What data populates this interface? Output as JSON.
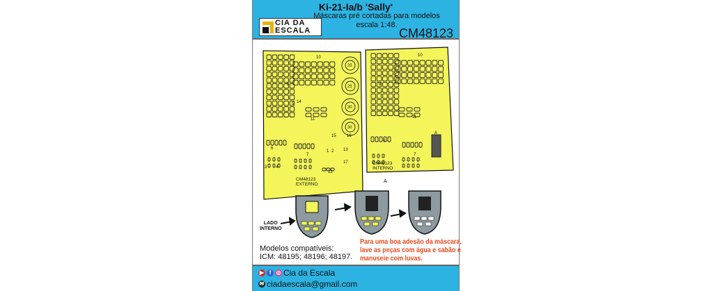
{
  "header": {
    "title": "Ki-21-Ia/b 'Sally'",
    "subtitle_line1": "Máscaras pré cortadas para  modelos",
    "subtitle_line2": "escala 1:48.",
    "product_code": "CM48123",
    "logo_text_line1": "CIA DA",
    "logo_text_line2": "ESCALA"
  },
  "sheets": {
    "external": {
      "code": "CM48123",
      "label": "EXTERNO",
      "numbers": [
        "10",
        "8",
        "25",
        "25",
        "30",
        "30",
        "5",
        "14",
        "11",
        "15",
        "16",
        "6",
        "7",
        "1",
        "2",
        "13",
        "3",
        "4",
        "17",
        "12"
      ]
    },
    "internal": {
      "code": "CM48123",
      "label": "INTERNO",
      "numbers": [
        "10",
        "8",
        "11",
        "6",
        "7",
        "A"
      ]
    }
  },
  "diagram": {
    "side_label_line1": "LADO",
    "side_label_line2": "INTERNO",
    "marker": "A"
  },
  "compat": {
    "heading": "Modelos compatíveis:",
    "models": "ICM: 48195; 48196; 48197."
  },
  "tip": {
    "line1": "Para uma boa adesão da máscara,",
    "line2": "lave as peças com água e sabão e",
    "line3": "manuseie com luvas."
  },
  "footer": {
    "social_name": "Cia da Escala",
    "email": "ciadaescala@gmail.com"
  },
  "colors": {
    "header_blue": "#2cb3e2",
    "mask_yellow": "#f4f55a",
    "tip_red": "#f04a1c"
  }
}
